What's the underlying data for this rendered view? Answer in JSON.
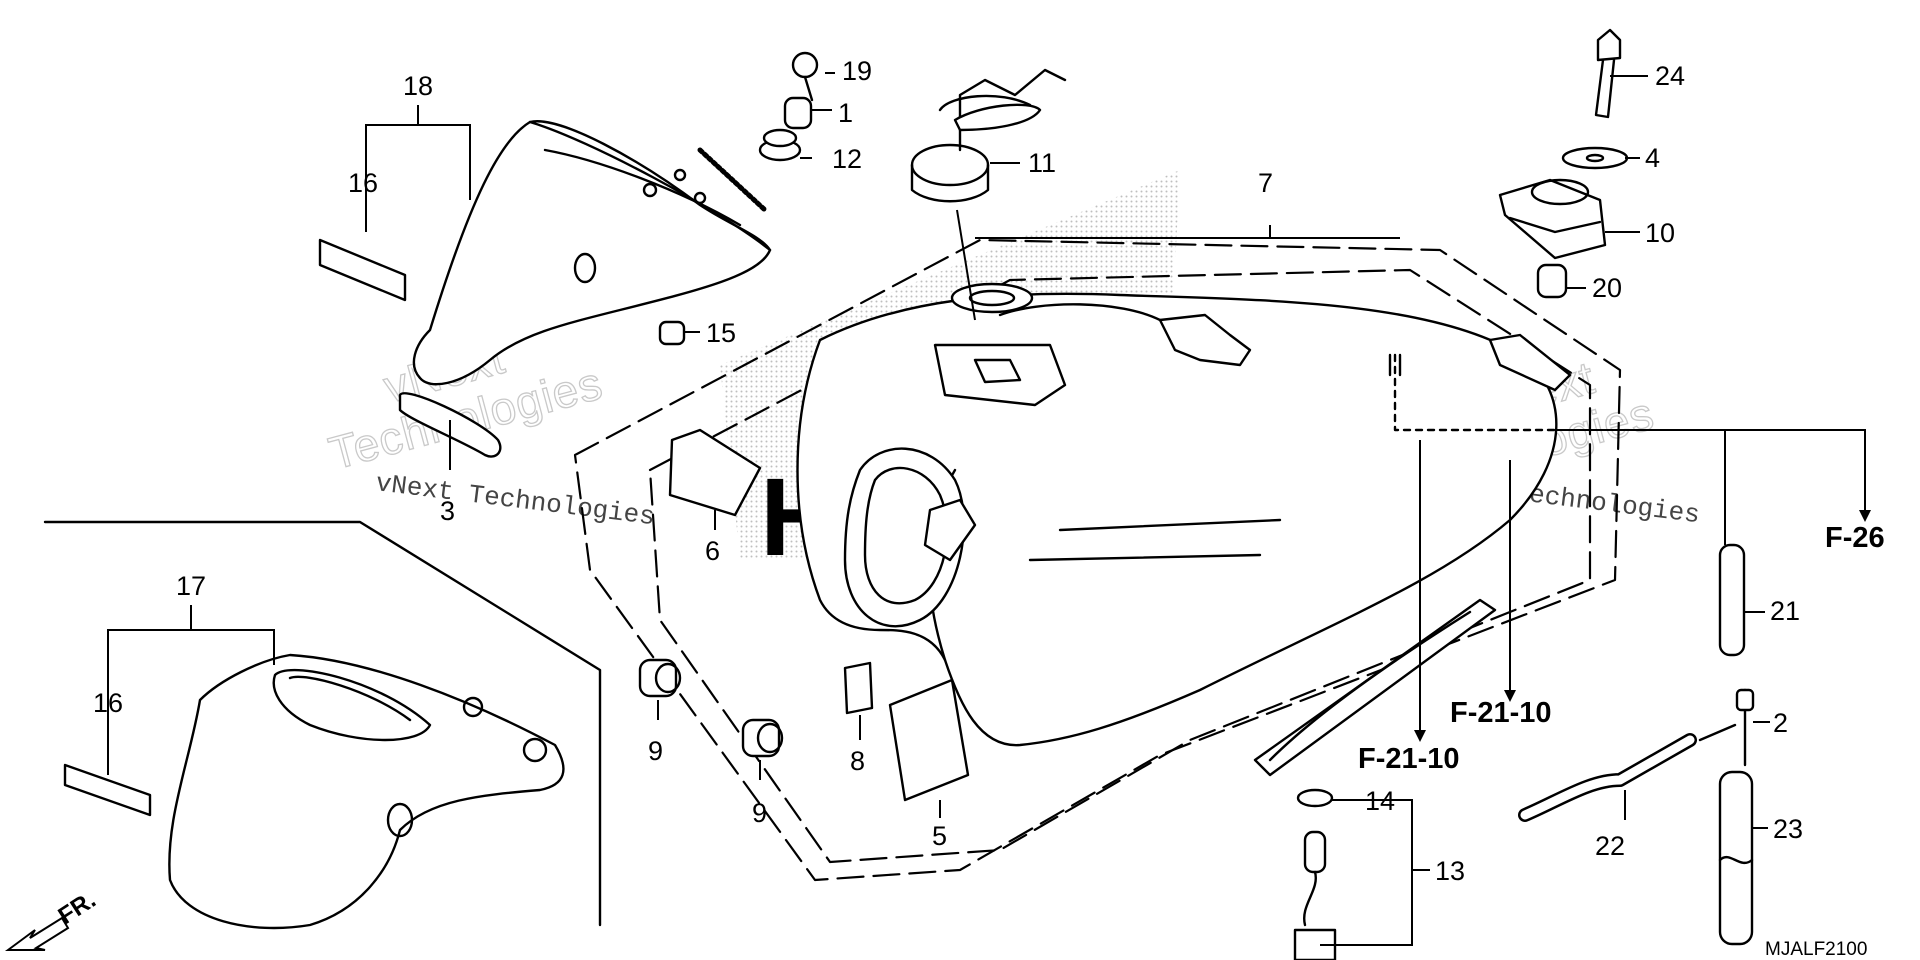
{
  "diagram_code": "MJALF2100",
  "watermark": {
    "line1": "vNext",
    "line2": "Technologies",
    "overlay": "vNext Technologies"
  },
  "direction_label": "FR.",
  "refs": {
    "f26": "F-26",
    "f21a": "F-21-10",
    "f21b": "F-21-10"
  },
  "part_numbers": {
    "p1": "1",
    "p2": "2",
    "p3": "3",
    "p4": "4",
    "p5": "5",
    "p6": "6",
    "p7": "7",
    "p8": "8",
    "p9a": "9",
    "p9b": "9",
    "p10": "10",
    "p11": "11",
    "p12": "12",
    "p13": "13",
    "p14": "14",
    "p15": "15",
    "p16a": "16",
    "p16b": "16",
    "p17": "17",
    "p18": "18",
    "p19": "19",
    "p20": "20",
    "p21": "21",
    "p22": "22",
    "p23": "23",
    "p24": "24"
  },
  "colors": {
    "line": "#000000",
    "watermark": "#c9c9c9",
    "shading": "#9a9a9a"
  }
}
